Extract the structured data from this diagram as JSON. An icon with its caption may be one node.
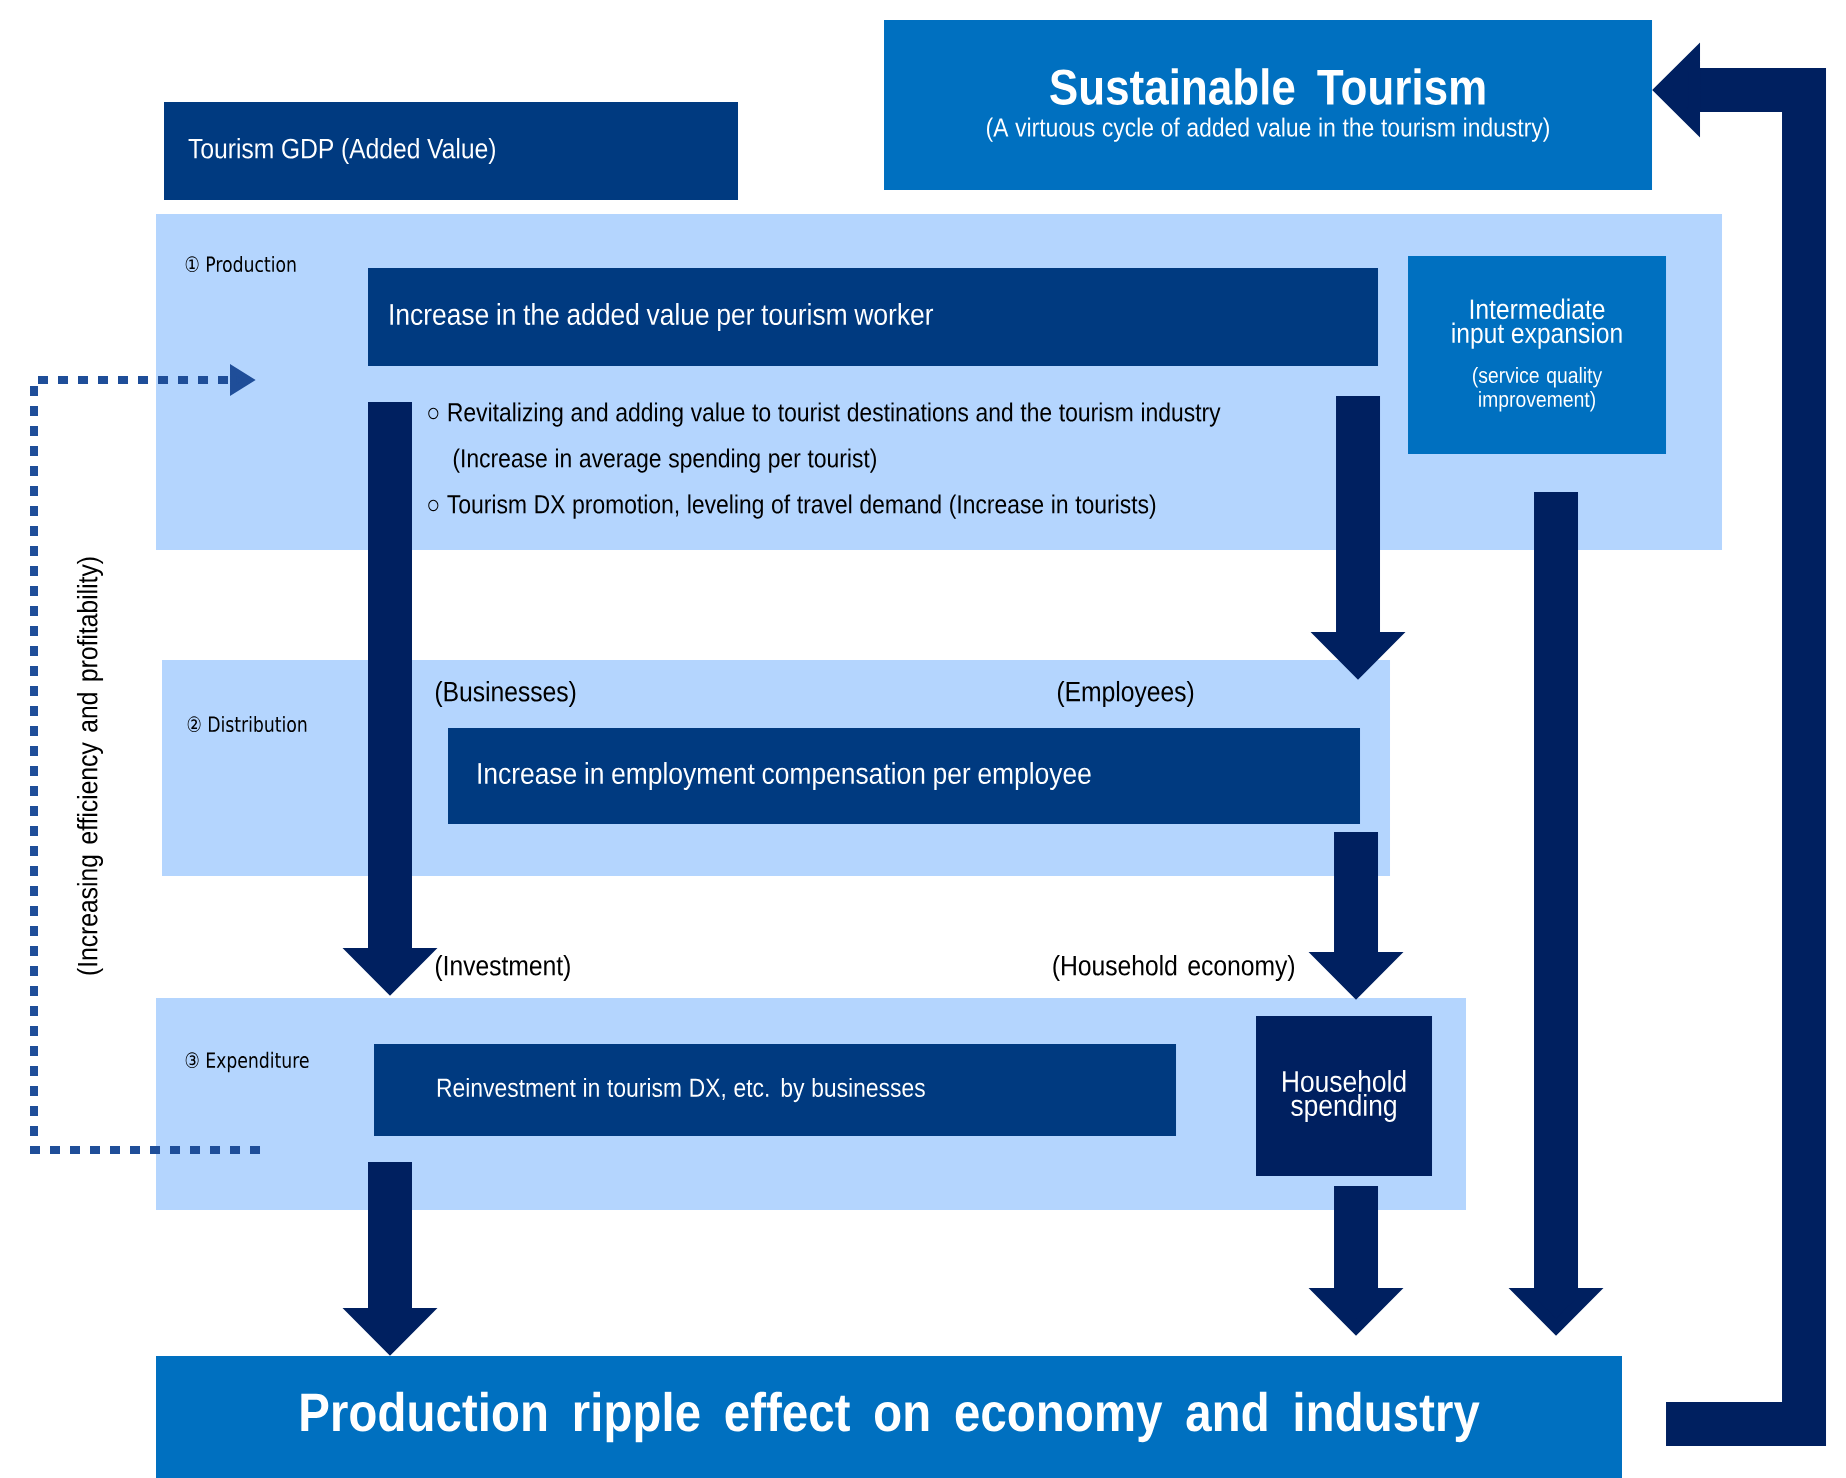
{
  "diagram": {
    "nodes": [
      {
        "text": [
          "Sustainable Tourism",
          "(A virtuous cycle of added value in the tourism industry)"
        ]
      },
      {
        "text": [
          "Tourism GDP (Added Value)"
        ]
      },
      {
        "text": [
          "① Production",
          "○ Revitalizing and adding value to tourist destinations and the tourism industry (Increase in average spending per tourist)",
          "○ Tourism DX promotion, leveling of travel demand (Increase in tourists)"
        ]
      },
      {
        "text": [
          "Increase in the added value per tourism worker"
        ],
        "in": 2
      },
      {
        "text": [
          "Intermediate input expansion",
          "(service quality improvement)"
        ],
        "in": 2
      },
      {
        "text": [
          "② Distribution",
          "(Businesses)",
          "(Employees)"
        ]
      },
      {
        "text": [
          "Increase in employment compensation per employee"
        ],
        "in": 5
      },
      {
        "text": [
          "③ Expenditure"
        ]
      },
      {
        "text": [
          "Reinvestment in tourism DX, etc. by businesses"
        ],
        "in": 7
      },
      {
        "text": [
          "Household spending"
        ],
        "in": 7
      },
      {
        "text": [
          "Production ripple effect on economy and industry"
        ]
      }
    ],
    "edges": [
      {
        "from": 3,
        "to": 7,
        "arrow": "to"
      },
      {
        "from": 3,
        "to": 5,
        "arrow": "to"
      },
      {
        "from": 6,
        "to": 9,
        "arrow": "to"
      },
      {
        "from": 8,
        "to": 10,
        "arrow": "to"
      },
      {
        "from": 9,
        "to": 10,
        "arrow": "to"
      },
      {
        "from": 4,
        "to": 10,
        "arrow": "to"
      },
      {
        "from": 10,
        "to": 0,
        "arrow": "to"
      },
      {
        "from": 7,
        "to": 2,
        "arrow": "to",
        "style": "dashed",
        "color": "#1f4e99",
        "label": "(Increasing efficiency and profitability)"
      }
    ],
    "labels": [
      "(Investment)",
      "(Household economy)"
    ]
  }
}
